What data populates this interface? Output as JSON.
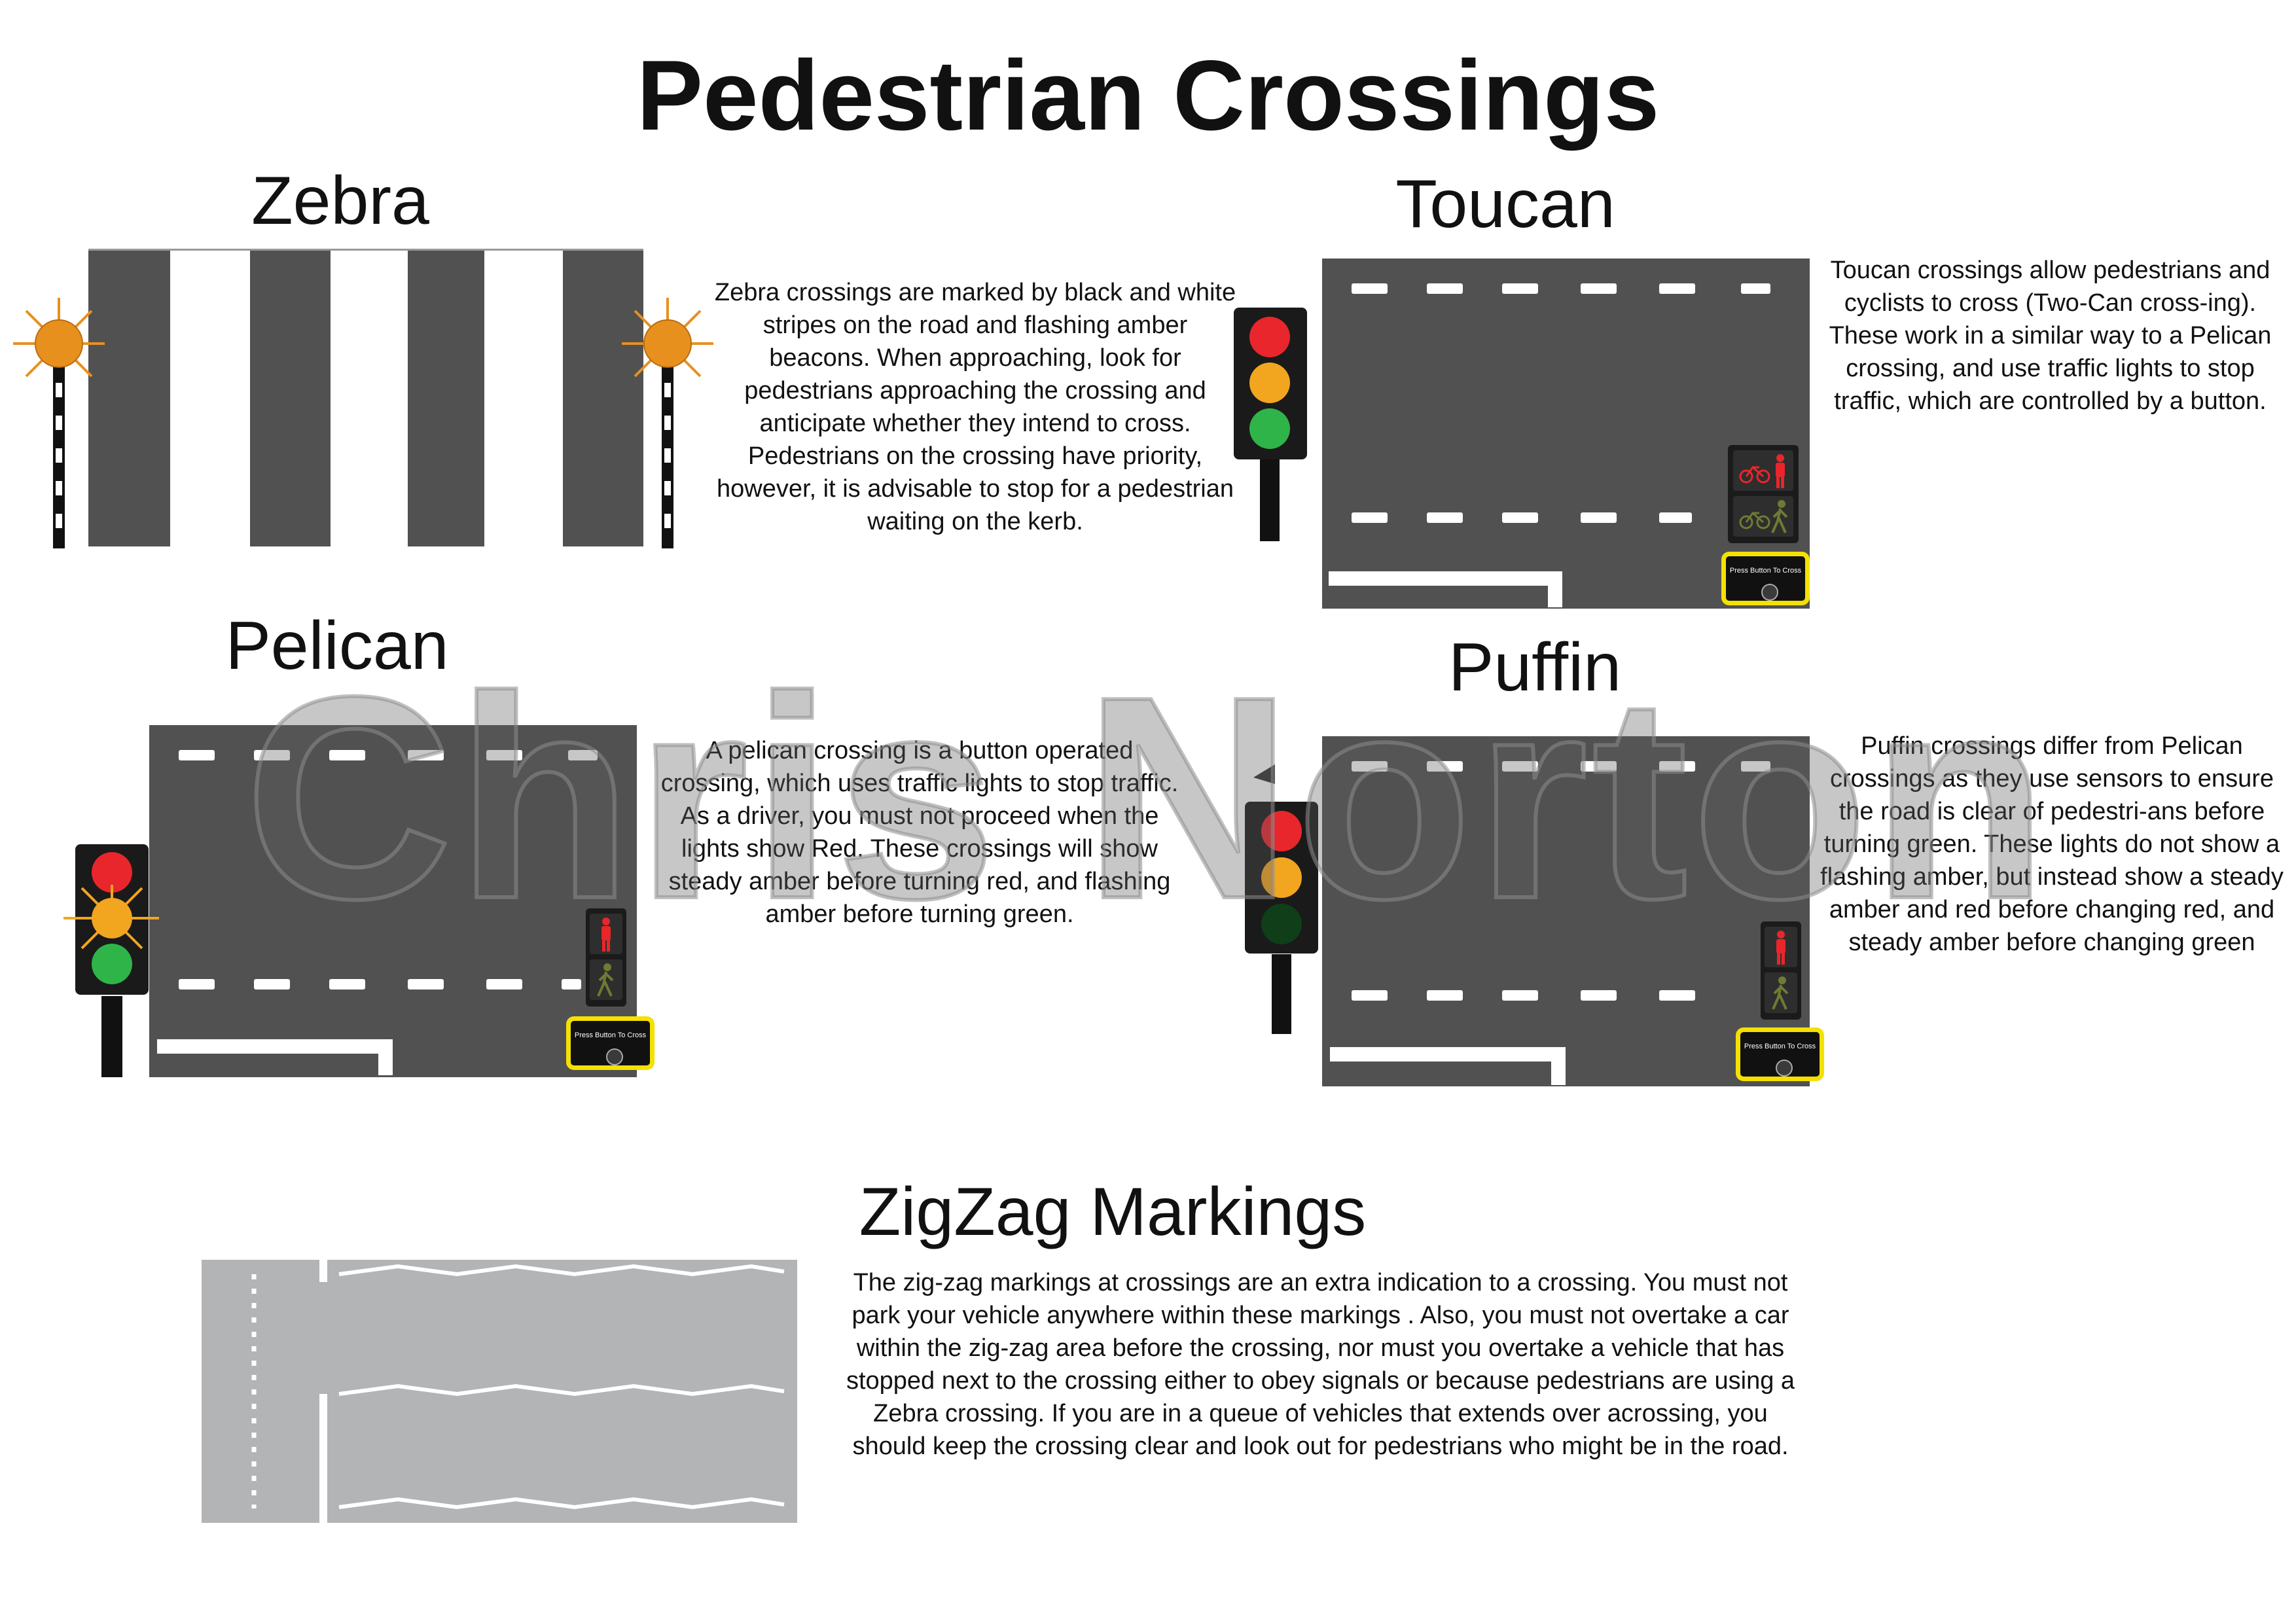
{
  "page": {
    "title": "Pedestrian Crossings"
  },
  "watermark": "Chris Norton",
  "zebra": {
    "heading": "Zebra",
    "description": "Zebra crossings are marked by black and white stripes on the road and flashing amber beacons. When approaching, look for pedestrians approaching the crossing and anticipate whether they intend to cross. Pedestrians on the crossing have priority, however, it is advisable to stop for a pedestrian waiting on the kerb."
  },
  "toucan": {
    "heading": "Toucan",
    "description": "Toucan crossings allow pedestrians and cyclists to cross (Two-Can cross-ing). These work in a similar way to a Pelican crossing, and use traffic lights to stop traffic, which are controlled by a button.",
    "button_label": "Press Button To Cross"
  },
  "pelican": {
    "heading": "Pelican",
    "description": "A pelican crossing is a button operated crossing, which uses traffic lights to stop traffic. As a driver, you must not proceed when the lights show Red. These crossings will show steady amber before turning red, and flashing amber before turning green.",
    "button_label": "Press Button To Cross"
  },
  "puffin": {
    "heading": "Puffin",
    "description": "Puffin crossings differ from Pelican crossings as they use sensors to ensure the road is clear of pedestri-ans before turning green. These lights do not show a flashing amber, but instead show a steady amber and red before changing red, and steady amber before changing green",
    "button_label": "Press Button To Cross"
  },
  "zigzag": {
    "heading": "ZigZag Markings",
    "description": "The zig-zag markings at crossings are an extra indication to a crossing. You must not park your vehicle anywhere within these markings . Also, you must not overtake a car within the zig-zag area before the crossing, nor must you overtake a vehicle that has stopped next to the crossing either to obey signals or because pedestrians are using a Zebra crossing. If you are in a queue of vehicles that extends over acrossing, you should keep the crossing clear and look out for pedestrians who might be in the road."
  },
  "colors": {
    "road": "#515151",
    "zigzag_road": "#b3b4b6",
    "red": "#e8262b",
    "amber": "#f2a51f",
    "green": "#2fb44a",
    "beacon": "#e8901e",
    "button_border": "#f4e100"
  }
}
